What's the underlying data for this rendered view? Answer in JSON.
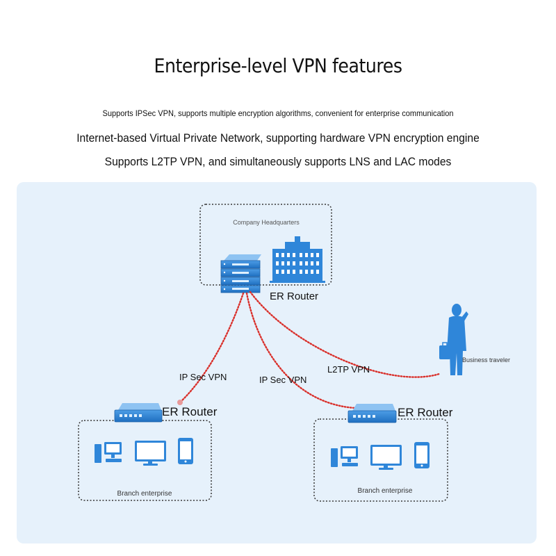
{
  "header": {
    "title": "Enterprise-level VPN features",
    "subtitle": "Supports IPSec VPN, supports multiple encryption algorithms, convenient for enterprise communication",
    "line1": "Internet-based Virtual Private Network, supporting hardware VPN encryption engine",
    "line2": "Supports L2TP VPN, and simultaneously supports LNS and LAC modes"
  },
  "diagram": {
    "hq_label": "Company Headquarters",
    "hq_router_label": "ER Router",
    "left_router_label": "ER Router",
    "right_router_label": "ER Router",
    "left_branch_label": "Branch enterprise",
    "right_branch_label": "Branch enterprise",
    "traveler_label": "Business traveler",
    "link_left_label": "IP Sec VPN",
    "link_right_label": "IP Sec VPN",
    "link_traveler_label": "L2TP VPN"
  },
  "colors": {
    "panel_bg": "#e6f1fb",
    "icon_blue": "#2f86d9",
    "vpn_line_red": "#d9302b"
  }
}
